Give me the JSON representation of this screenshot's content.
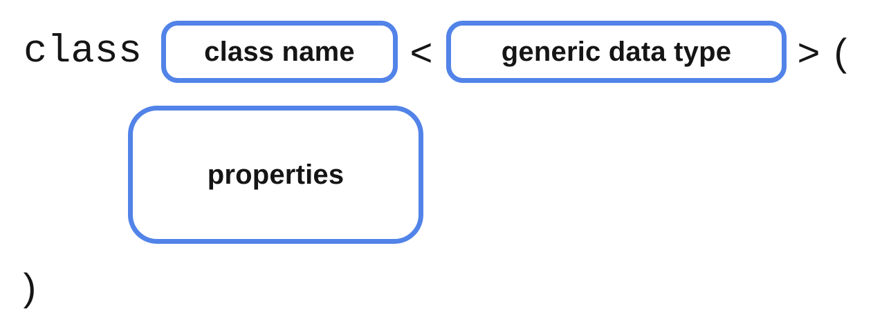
{
  "diagram": {
    "keyword": "class",
    "class_name_box": {
      "label": "class name"
    },
    "generic_type_box": {
      "label": "generic data type"
    },
    "properties_box": {
      "label": "properties"
    },
    "symbols": {
      "less_than": "<",
      "greater_than": ">",
      "open_paren": "(",
      "close_paren": ")"
    },
    "colors": {
      "box_border": "#5183e8",
      "text": "#151515",
      "background": "#ffffff"
    }
  }
}
